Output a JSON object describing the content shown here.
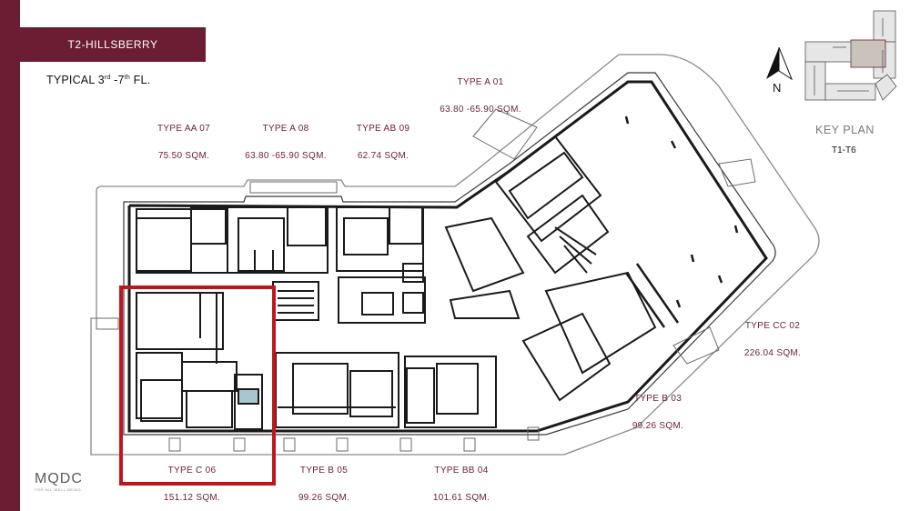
{
  "header": {
    "title": "T2-HILLSBERRY",
    "floor_prefix": "TYPICAL 3",
    "floor_sup1": "rd",
    "floor_mid": " -7",
    "floor_sup2": "th",
    "floor_suffix": " FL."
  },
  "units": [
    {
      "type": "TYPE A 01",
      "area": "63.80 -65.90 SQM."
    },
    {
      "type": "TYPE AA 07",
      "area": "75.50 SQM."
    },
    {
      "type": "TYPE A 08",
      "area": "63.80 -65.90 SQM."
    },
    {
      "type": "TYPE AB 09",
      "area": "62.74 SQM."
    },
    {
      "type": "TYPE CC 02",
      "area": "226.04 SQM."
    },
    {
      "type": "TYPE B 03",
      "area": "99.26 SQM."
    },
    {
      "type": "TYPE C 06",
      "area": "151.12 SQM."
    },
    {
      "type": "TYPE B 05",
      "area": "99.26 SQM."
    },
    {
      "type": "TYPE BB 04",
      "area": "101.61 SQM."
    }
  ],
  "key_plan": {
    "title": "KEY PLAN",
    "subtitle": "T1-T6",
    "north": "N"
  },
  "logo": {
    "text": "MQDC",
    "tagline": "FOR ALL WELL-BEING"
  },
  "colors": {
    "brand": "#6b1d33",
    "highlight": "#c0161b",
    "wall": "#1a1a1a"
  },
  "highlighted_unit": "TYPE C 06"
}
